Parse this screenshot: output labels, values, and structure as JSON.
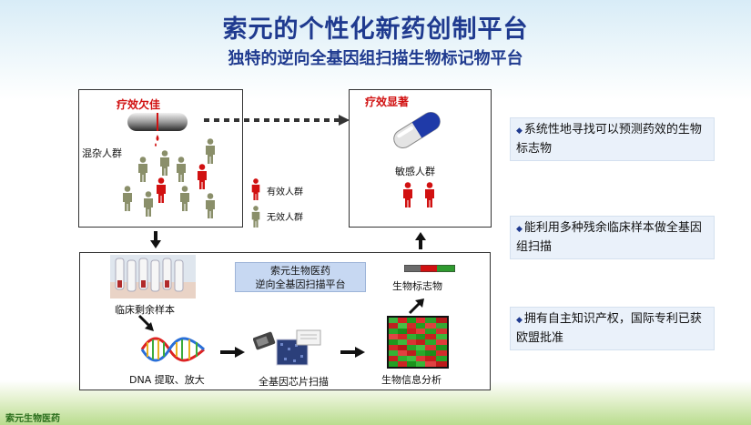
{
  "title": "索元的个性化新药创制平台",
  "subtitle": "独特的逆向全基因组扫描生物标记物平台",
  "left_box": {
    "label_top": "疗效欠佳",
    "label_mixed": "混杂人群"
  },
  "legend": {
    "effective": "有效人群",
    "ineffective": "无效人群"
  },
  "right_box": {
    "label_top": "疗效显著",
    "label_sensitive": "敏感人群"
  },
  "bottom": {
    "platform_line1": "索元生物医药",
    "platform_line2": "逆向全基因扫描平台",
    "clinical_sample": "临床剩余样本",
    "dna": "DNA 提取、放大",
    "chip_scan": "全基因芯片扫描",
    "bioinfo": "生物信息分析",
    "biomarker": "生物标志物"
  },
  "sidebar": [
    "系统性地寻找可以预测药效的生物标志物",
    "能利用多种残余临床样本做全基因组扫描",
    "拥有自主知识产权，国际专利已获欧盟批准"
  ],
  "footer": "索元生物医药",
  "colors": {
    "title": "#1f3a8f",
    "effective": "#d11111",
    "ineffective": "#8a8f6a"
  }
}
